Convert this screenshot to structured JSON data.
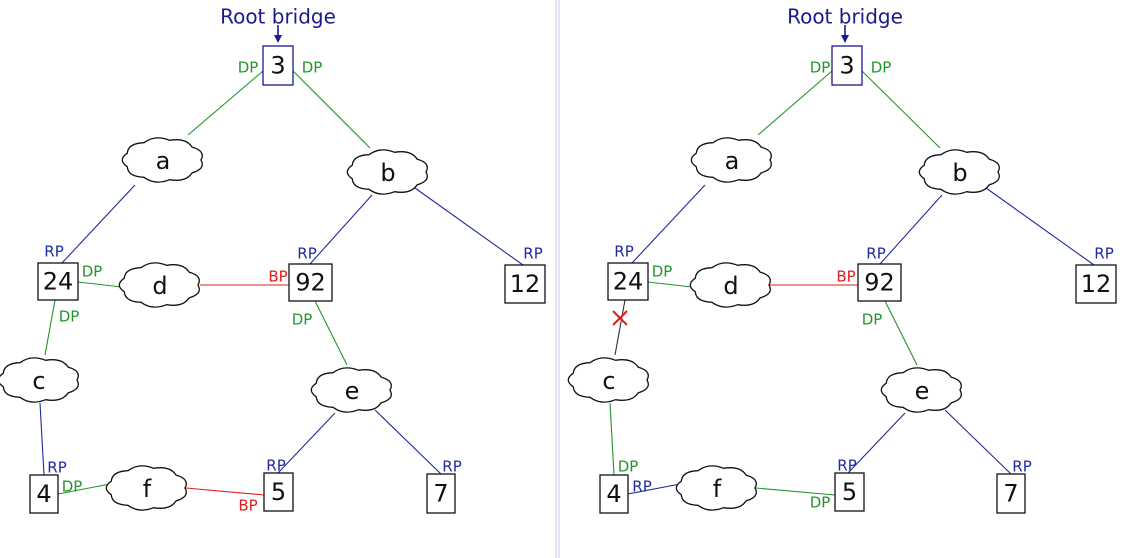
{
  "colors": {
    "dp": "#22962a",
    "rp": "#1f2aa0",
    "bp": "#e01b1b",
    "root_text": "#1a1a8c",
    "blocked_mark": "#e01b1b",
    "divider": "#c8cbe6"
  },
  "panels": [
    {
      "root_label": "Root bridge",
      "bridges": [
        {
          "id": "b3",
          "label": "3",
          "root": true
        },
        {
          "id": "b24",
          "label": "24"
        },
        {
          "id": "b92",
          "label": "92"
        },
        {
          "id": "b12",
          "label": "12"
        },
        {
          "id": "b4",
          "label": "4"
        },
        {
          "id": "b5",
          "label": "5"
        },
        {
          "id": "b7",
          "label": "7"
        }
      ],
      "segments": [
        {
          "id": "a",
          "label": "a"
        },
        {
          "id": "b",
          "label": "b"
        },
        {
          "id": "d",
          "label": "d"
        },
        {
          "id": "c",
          "label": "c"
        },
        {
          "id": "e",
          "label": "e"
        },
        {
          "id": "f",
          "label": "f"
        }
      ],
      "links": [
        {
          "bridge": "b3",
          "segment": "a",
          "role": "DP"
        },
        {
          "bridge": "b3",
          "segment": "b",
          "role": "DP"
        },
        {
          "bridge": "b24",
          "segment": "a",
          "role": "RP"
        },
        {
          "bridge": "b92",
          "segment": "b",
          "role": "RP"
        },
        {
          "bridge": "b12",
          "segment": "b",
          "role": "RP"
        },
        {
          "bridge": "b24",
          "segment": "d",
          "role": "DP"
        },
        {
          "bridge": "b92",
          "segment": "d",
          "role": "BP"
        },
        {
          "bridge": "b24",
          "segment": "c",
          "role": "DP"
        },
        {
          "bridge": "b92",
          "segment": "e",
          "role": "DP"
        },
        {
          "bridge": "b4",
          "segment": "c",
          "role": "RP"
        },
        {
          "bridge": "b4",
          "segment": "f",
          "role": "DP"
        },
        {
          "bridge": "b5",
          "segment": "f",
          "role": "BP"
        },
        {
          "bridge": "b5",
          "segment": "e",
          "role": "RP"
        },
        {
          "bridge": "b7",
          "segment": "e",
          "role": "RP"
        }
      ]
    },
    {
      "root_label": "Root bridge",
      "bridges": [
        {
          "id": "b3",
          "label": "3",
          "root": true
        },
        {
          "id": "b24",
          "label": "24"
        },
        {
          "id": "b92",
          "label": "92"
        },
        {
          "id": "b12",
          "label": "12"
        },
        {
          "id": "b4",
          "label": "4"
        },
        {
          "id": "b5",
          "label": "5"
        },
        {
          "id": "b7",
          "label": "7"
        }
      ],
      "segments": [
        {
          "id": "a",
          "label": "a"
        },
        {
          "id": "b",
          "label": "b"
        },
        {
          "id": "d",
          "label": "d"
        },
        {
          "id": "c",
          "label": "c"
        },
        {
          "id": "e",
          "label": "e"
        },
        {
          "id": "f",
          "label": "f"
        }
      ],
      "links": [
        {
          "bridge": "b3",
          "segment": "a",
          "role": "DP"
        },
        {
          "bridge": "b3",
          "segment": "b",
          "role": "DP"
        },
        {
          "bridge": "b24",
          "segment": "a",
          "role": "RP"
        },
        {
          "bridge": "b92",
          "segment": "b",
          "role": "RP"
        },
        {
          "bridge": "b12",
          "segment": "b",
          "role": "RP"
        },
        {
          "bridge": "b24",
          "segment": "d",
          "role": "DP"
        },
        {
          "bridge": "b92",
          "segment": "d",
          "role": "BP"
        },
        {
          "bridge": "b24",
          "segment": "c",
          "role": "failed"
        },
        {
          "bridge": "b92",
          "segment": "e",
          "role": "DP"
        },
        {
          "bridge": "b4",
          "segment": "c",
          "role": "DP"
        },
        {
          "bridge": "b4",
          "segment": "f",
          "role": "RP"
        },
        {
          "bridge": "b5",
          "segment": "f",
          "role": "DP"
        },
        {
          "bridge": "b5",
          "segment": "e",
          "role": "RP"
        },
        {
          "bridge": "b7",
          "segment": "e",
          "role": "RP"
        }
      ]
    }
  ]
}
